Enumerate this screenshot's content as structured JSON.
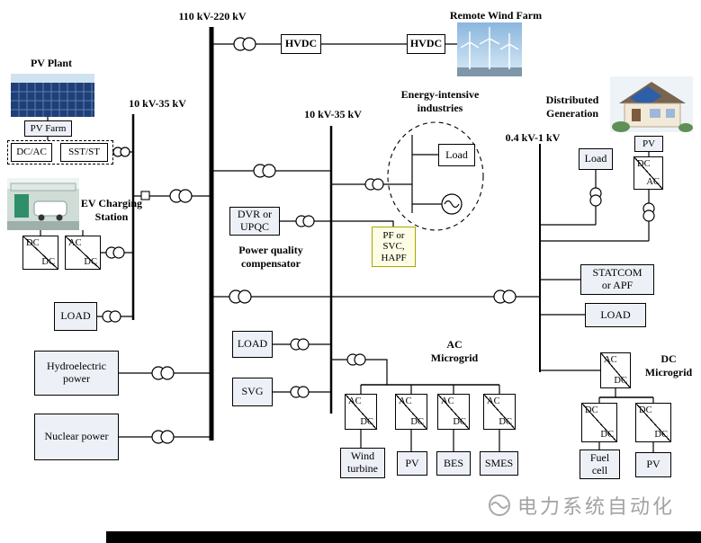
{
  "bus_labels": {
    "main": "110 kV-220 kV",
    "left": "10 kV-35 kV",
    "mid": "10 kV-35 kV",
    "right": "0.4 kV-1 kV"
  },
  "section_labels": {
    "remote_wind_farm": "Remote Wind Farm",
    "pv_plant": "PV Plant",
    "ev_charging_station": "EV Charging\nStation",
    "power_quality_compensator": "Power quality\ncompensator",
    "energy_intensive_industries": "Energy-intensive\nindustries",
    "distributed_generation": "Distributed\nGeneration",
    "ac_microgrid": "AC\nMicrogrid",
    "dc_microgrid": "DC\nMicrogrid"
  },
  "boxes": {
    "hvdc_left": "HVDC",
    "hvdc_right": "HVDC",
    "pv_farm": "PV Farm",
    "pv_farm_dc_ac": "DC/AC",
    "pv_farm_sst_st": "SST/ST",
    "load_left": "LOAD",
    "hydroelectric": "Hydroelectric\npower",
    "nuclear": "Nuclear power",
    "dvr_upqc": "DVR or\nUPQC",
    "pf_svc_hapf": "PF or\nSVC,\nHAPF",
    "industries_load": "Load",
    "dg_load": "Load",
    "dg_pv": "PV",
    "statcom_apf": "STATCOM\nor APF",
    "load_right": "LOAD",
    "load_mid": "LOAD",
    "svg_compensator": "SVG",
    "wind_turbine": "Wind\nturbine",
    "pv_ac_microgrid": "PV",
    "bes": "BES",
    "smes": "SMES",
    "fuel_cell": "Fuel\ncell",
    "pv_dc_microgrid": "PV"
  },
  "converters": {
    "ac": "AC",
    "dc": "DC"
  },
  "watermark": "电力系统自动化"
}
